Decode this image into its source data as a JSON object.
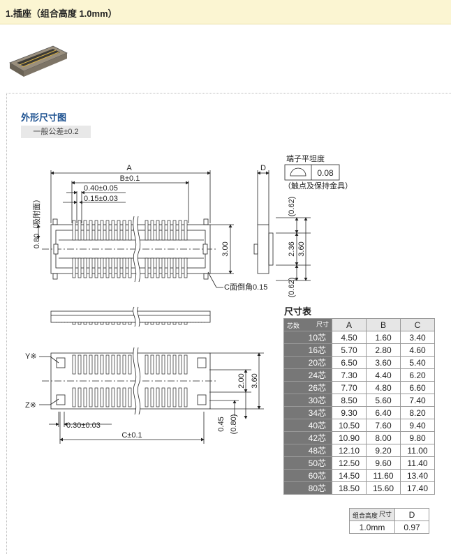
{
  "header": {
    "title": "1.插座（组合高度 1.0mm）"
  },
  "section": {
    "title": "外形尺寸图",
    "tolerance": "一般公差±0.2"
  },
  "drawing": {
    "label_A": "A",
    "label_B": "B±0.1",
    "label_pitch": "0.40±0.05",
    "label_pin_width": "0.15±0.03",
    "label_suction": "0.80（吸附面）",
    "label_height": "3.00",
    "label_chamfer": "C面倒角0.15",
    "label_D": "D",
    "flatness_title": "端子平坦度",
    "flatness_value": "0.08",
    "flatness_note": "（触点及保持金具）",
    "label_062_top": "(0.62)",
    "label_236": "2.36",
    "label_360": "3.60",
    "label_062_bot": "(0.62)",
    "label_Y": "Y※",
    "label_Z": "Z※",
    "label_200": "2.00",
    "label_360_b": "3.60",
    "label_030": "0.30±0.03",
    "label_045": "0.45",
    "label_080": "(0.80)",
    "label_C": "C±0.1"
  },
  "dims_table": {
    "title": "尺寸表",
    "corner_top": "尺寸",
    "corner_bottom": "芯数",
    "columns": [
      "A",
      "B",
      "C"
    ],
    "rows": [
      {
        "k": "10芯",
        "a": "4.50",
        "b": "1.60",
        "c": "3.40"
      },
      {
        "k": "16芯",
        "a": "5.70",
        "b": "2.80",
        "c": "4.60"
      },
      {
        "k": "20芯",
        "a": "6.50",
        "b": "3.60",
        "c": "5.40"
      },
      {
        "k": "24芯",
        "a": "7.30",
        "b": "4.40",
        "c": "6.20"
      },
      {
        "k": "26芯",
        "a": "7.70",
        "b": "4.80",
        "c": "6.60"
      },
      {
        "k": "30芯",
        "a": "8.50",
        "b": "5.60",
        "c": "7.40"
      },
      {
        "k": "34芯",
        "a": "9.30",
        "b": "6.40",
        "c": "8.20"
      },
      {
        "k": "40芯",
        "a": "10.50",
        "b": "7.60",
        "c": "9.40"
      },
      {
        "k": "42芯",
        "a": "10.90",
        "b": "8.00",
        "c": "9.80"
      },
      {
        "k": "48芯",
        "a": "12.10",
        "b": "9.20",
        "c": "11.00"
      },
      {
        "k": "50芯",
        "a": "12.50",
        "b": "9.60",
        "c": "11.40"
      },
      {
        "k": "60芯",
        "a": "14.50",
        "b": "11.60",
        "c": "13.40"
      },
      {
        "k": "80芯",
        "a": "18.50",
        "b": "15.60",
        "c": "17.40"
      }
    ]
  },
  "d_table": {
    "corner_top": "尺寸",
    "corner_bottom": "组合高度",
    "column": "D",
    "row_key": "1.0mm",
    "row_val": "0.97"
  }
}
